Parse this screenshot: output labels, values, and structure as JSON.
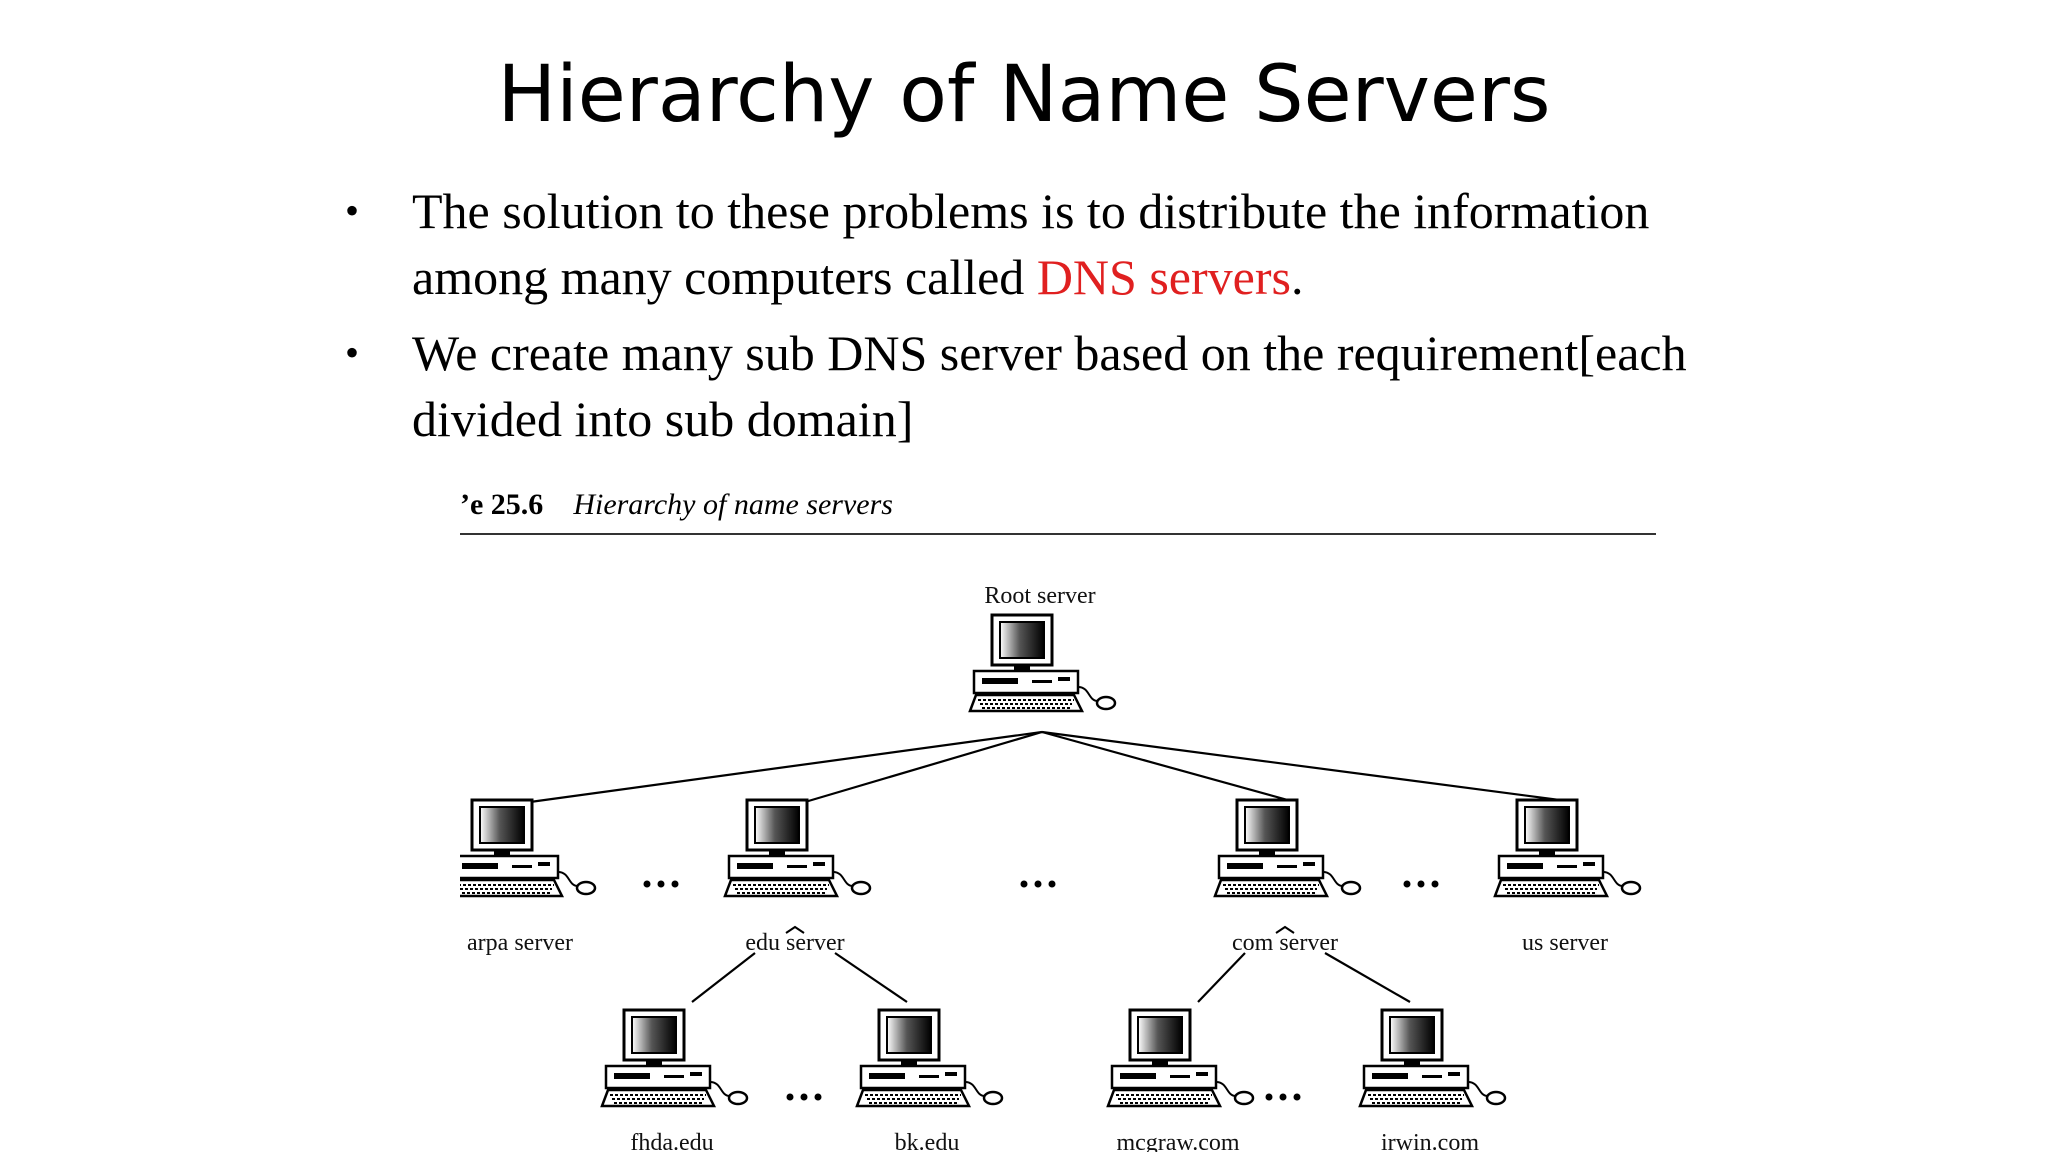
{
  "slide": {
    "title": "Hierarchy of Name Servers",
    "bullets": [
      {
        "text": "The solution to these problems is to distribute the information among many computers called ",
        "highlight": "DNS servers",
        "suffix": "."
      },
      {
        "text": "We create many sub DNS server based on the requirement[each divided into sub domain]",
        "highlight": "",
        "suffix": ""
      }
    ],
    "highlight_color": "#e02020"
  },
  "figure": {
    "number": "’e 25.6",
    "caption": "Hierarchy of name servers",
    "root": {
      "label": "Root server"
    },
    "level1": [
      {
        "label": "arpa server"
      },
      {
        "label": "edu server"
      },
      {
        "label": "com server"
      },
      {
        "label": "us server"
      }
    ],
    "level2": [
      {
        "label": "fhda.edu",
        "parent": "edu server"
      },
      {
        "label": "bk.edu",
        "parent": "edu server"
      },
      {
        "label": "mcgraw.com",
        "parent": "com server"
      },
      {
        "label": "irwin.com",
        "parent": "com server"
      }
    ],
    "ellipsis": "•••",
    "icon": "computer-icon"
  }
}
